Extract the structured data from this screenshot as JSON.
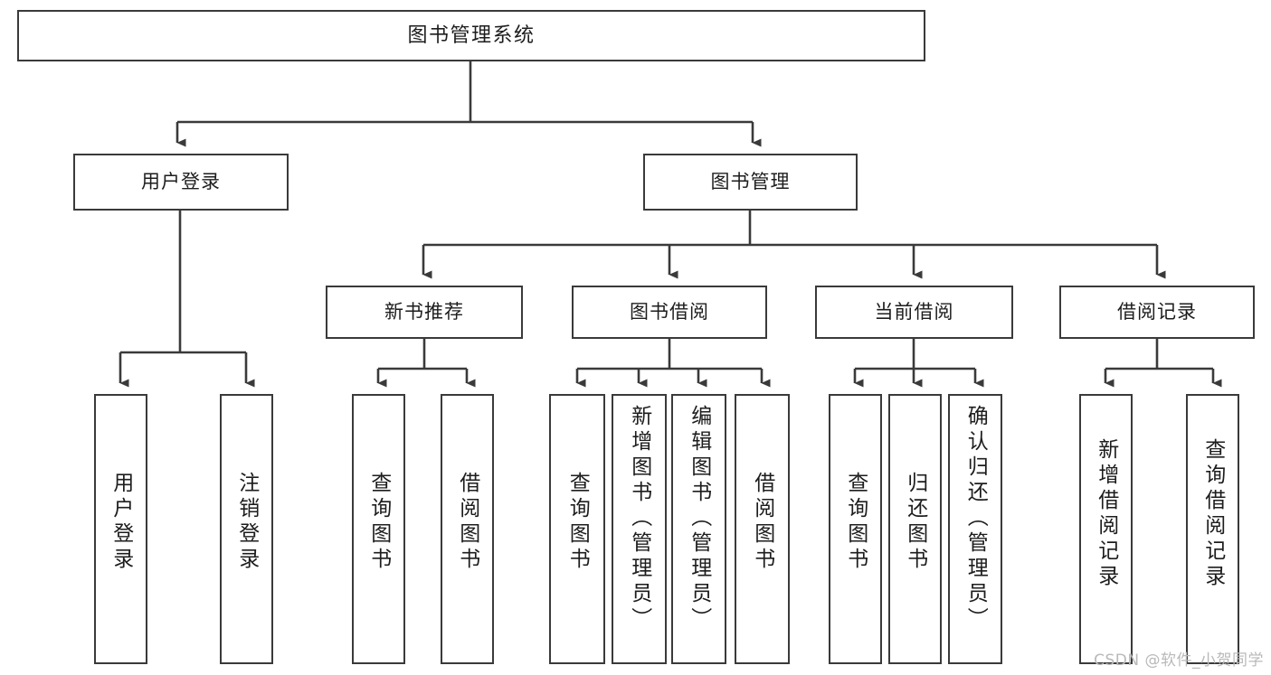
{
  "diagram": {
    "title": "图书管理系统",
    "type": "tree-hierarchy-chart",
    "background": "#ffffff",
    "line_color": "#3a3a3a",
    "text_color": "#1d1d1d"
  },
  "nodes": {
    "root": {
      "label": "图书管理系统"
    },
    "level1": [
      {
        "id": "user-login",
        "label": "用户登录"
      },
      {
        "id": "book-manage",
        "label": "图书管理"
      }
    ],
    "level2": [
      {
        "id": "new-book-recommend",
        "label": "新书推荐"
      },
      {
        "id": "book-borrow",
        "label": "图书借阅"
      },
      {
        "id": "current-borrow",
        "label": "当前借阅"
      },
      {
        "id": "borrow-record",
        "label": "借阅记录"
      }
    ],
    "leaves": {
      "user_login": [
        {
          "id": "leaf-user-login",
          "label": "用户登录"
        },
        {
          "id": "leaf-logout-login",
          "label": "注销登录"
        }
      ],
      "new_book_recommend": [
        {
          "id": "leaf-query-book-1",
          "label": "查询图书"
        },
        {
          "id": "leaf-borrow-book-1",
          "label": "借阅图书"
        }
      ],
      "book_borrow": [
        {
          "id": "leaf-query-book-2",
          "label": "查询图书"
        },
        {
          "id": "leaf-add-book",
          "label": "新增图书（管理员）"
        },
        {
          "id": "leaf-edit-book",
          "label": "编辑图书（管理员）"
        },
        {
          "id": "leaf-borrow-book-2",
          "label": "借阅图书"
        }
      ],
      "current_borrow": [
        {
          "id": "leaf-query-book-3",
          "label": "查询图书"
        },
        {
          "id": "leaf-return-book",
          "label": "归还图书"
        },
        {
          "id": "leaf-confirm-return",
          "label": "确认归还（管理员）"
        }
      ],
      "borrow_record": [
        {
          "id": "leaf-add-record",
          "label": "新增借阅记录"
        },
        {
          "id": "leaf-query-record",
          "label": "查询借阅记录"
        }
      ]
    }
  },
  "watermark": {
    "text": "CSDN @软件_小贺同学"
  }
}
